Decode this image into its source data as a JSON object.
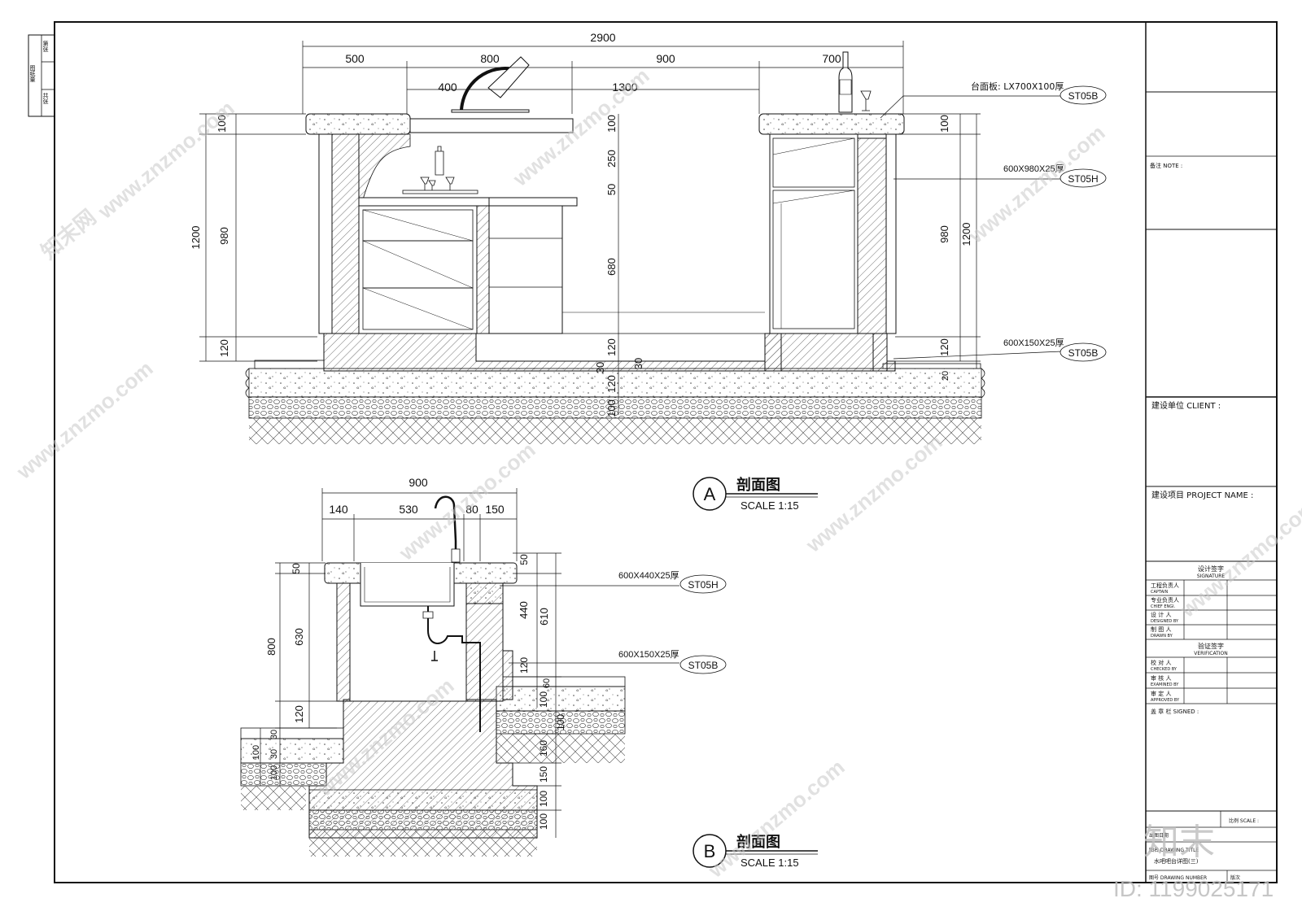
{
  "strip": {
    "l1": "图纸量",
    "l2": "第张",
    "l3": "共张"
  },
  "sectionA": {
    "dims_top": [
      "2900",
      "500",
      "800",
      "900",
      "700",
      "400",
      "1300"
    ],
    "dims_left": [
      "100",
      "1200",
      "980",
      "120"
    ],
    "dims_mid": [
      "100",
      "250",
      "50",
      "680",
      "120",
      "30",
      "30",
      "120",
      "100"
    ],
    "dims_right": [
      "100",
      "980",
      "1200",
      "120",
      "20"
    ],
    "callouts": [
      {
        "text": "台面板: LX700X100厚",
        "code": "ST05B"
      },
      {
        "text": "600X980X25厚",
        "code": "ST05H"
      },
      {
        "text": "600X150X25厚",
        "code": "ST05B"
      }
    ],
    "label": "A",
    "title": "剖面图",
    "scale": "SCALE   1:15"
  },
  "sectionB": {
    "dims_top": [
      "900",
      "140",
      "530",
      "80",
      "150"
    ],
    "dims_left": [
      "50",
      "800",
      "630",
      "120",
      "30",
      "100",
      "30",
      "100"
    ],
    "dims_right": [
      "50",
      "440",
      "610",
      "120",
      "60",
      "100",
      "100",
      "160",
      "150",
      "100",
      "100"
    ],
    "callouts": [
      {
        "text": "600X440X25厚",
        "code": "ST05H"
      },
      {
        "text": "600X150X25厚",
        "code": "ST05B"
      }
    ],
    "label": "B",
    "title": "剖面图",
    "scale": "SCALE   1:15"
  },
  "titleBlock": {
    "note": "备注 NOTE :",
    "client": "建设单位 CLIENT :",
    "project": "建设项目 PROJECT NAME :",
    "design_sig": "设计签字",
    "design_sig_en": "SIGNATURE",
    "roles1": [
      {
        "cn": "工程负责人",
        "en": "CAPTAIN"
      },
      {
        "cn": "专业负责人",
        "en": "CHIEF ENGI."
      },
      {
        "cn": "设  计  人",
        "en": "DESIGNED BY"
      },
      {
        "cn": "制  图  人",
        "en": "DRAWN BY"
      }
    ],
    "verify": "验证签字",
    "verify_en": "VERIFICATION",
    "roles2": [
      {
        "cn": "校  对  人",
        "en": "CHECKED BY"
      },
      {
        "cn": "审  核  人",
        "en": "EXAMINED BY"
      },
      {
        "cn": "审  定  人",
        "en": "APPROVED BY"
      }
    ],
    "signed": "盖 章 栏   SIGNED :",
    "scale_lbl": "比例 SCALE :",
    "date_lbl": "出图日期",
    "drawing_title_lbl": "图名 DRAWING TITLE",
    "drawing_title": "水吧吧台详图(三)",
    "drawing_no_lbl": "图号 DRAWING NUMBER",
    "version_lbl": "版次"
  },
  "watermark": {
    "brand": "知末",
    "site": "www.znzmo.com",
    "site_cn": "知末网",
    "id": "ID: 1199025171"
  }
}
